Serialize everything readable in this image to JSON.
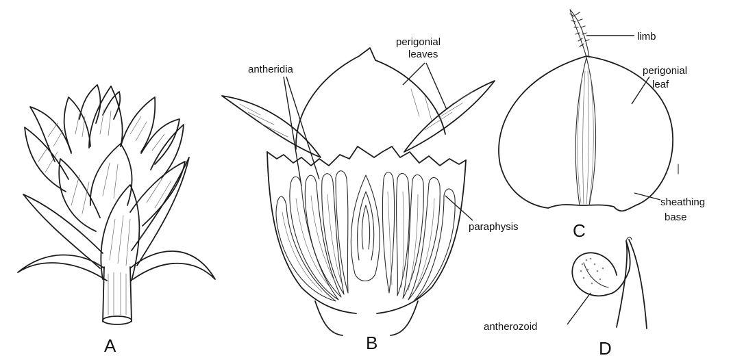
{
  "panels": {
    "a": {
      "letter": "A"
    },
    "b": {
      "letter": "B",
      "labels": {
        "antheridia": "antheridia",
        "perigonial_line1": "perigonial",
        "perigonial_line2": "leaves",
        "paraphysis": "paraphysis"
      }
    },
    "c": {
      "letter": "C",
      "labels": {
        "limb": "limb",
        "perigonial_line1": "perigonial",
        "perigonial_line2": "leaf",
        "sheathing_line1": "sheathing",
        "sheathing_line2": "base"
      }
    },
    "d": {
      "letter": "D",
      "labels": {
        "antherozoid": "antherozoid"
      }
    }
  }
}
